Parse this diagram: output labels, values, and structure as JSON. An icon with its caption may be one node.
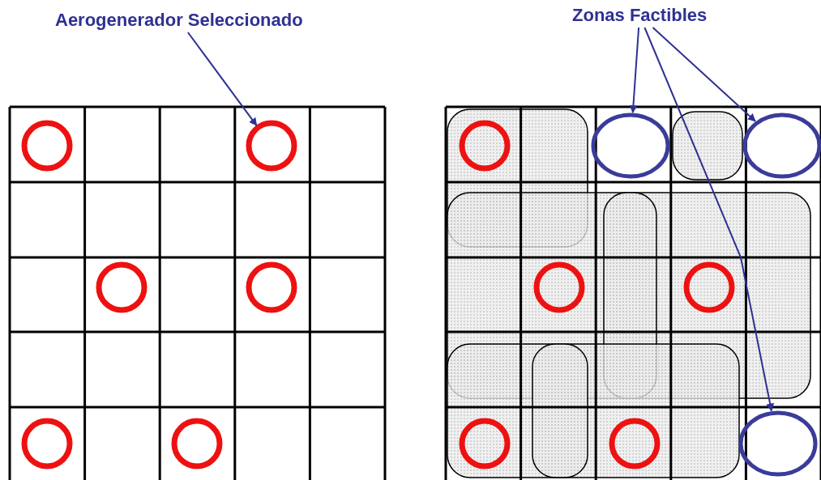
{
  "diagram": {
    "nodes": [
      {
        "text": [
          "Aerogenerador Seleccionado"
        ]
      },
      {
        "text": [
          "Zonas Factibles"
        ]
      },
      {
        "text": [],
        "shape": "circle"
      },
      {
        "text": [],
        "shape": "circle"
      },
      {
        "text": [],
        "shape": "circle"
      },
      {
        "text": [],
        "shape": "circle"
      },
      {
        "text": [],
        "shape": "circle"
      },
      {
        "text": [],
        "shape": "circle"
      },
      {
        "text": [],
        "shape": "circle"
      },
      {
        "text": [],
        "shape": "circle"
      },
      {
        "text": [],
        "shape": "circle"
      },
      {
        "text": [],
        "shape": "circle"
      },
      {
        "text": [],
        "shape": "circle"
      },
      {
        "text": [],
        "shape": "circle"
      },
      {
        "text": [],
        "shape": "circle"
      },
      {
        "text": [],
        "shape": "circle"
      }
    ],
    "edges": [
      {
        "from": 0,
        "to": 3,
        "arrow": "to"
      },
      {
        "from": 1,
        "to": 13,
        "arrow": "to"
      },
      {
        "from": 1,
        "to": 14,
        "arrow": "to"
      },
      {
        "from": 1,
        "to": 15,
        "arrow": "to"
      }
    ]
  }
}
